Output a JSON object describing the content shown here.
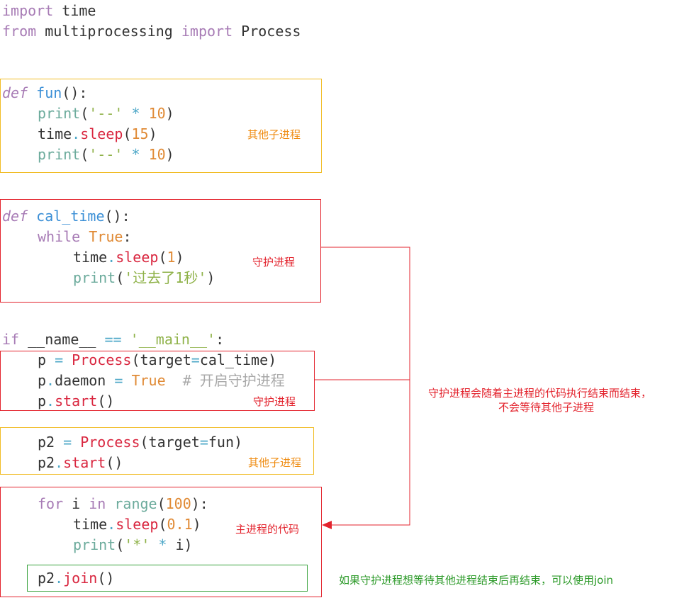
{
  "code": {
    "import_lines": {
      "l1": {
        "kw": "import",
        "mod": " time"
      },
      "l2": {
        "kw1": "from",
        "mod": " multiprocessing ",
        "kw2": "import",
        "cls": " Process"
      }
    },
    "fun_def": {
      "def_line": {
        "kw": "def",
        "name": "fun",
        "rest": "():"
      },
      "print1": {
        "fn": "print",
        "p1": "(",
        "str": "'--'",
        "op": " * ",
        "num": "10",
        "p2": ")"
      },
      "sleep": {
        "obj": "time",
        "dot": ".",
        "fn": "sleep",
        "p1": "(",
        "num": "15",
        "p2": ")"
      },
      "print2": {
        "fn": "print",
        "p1": "(",
        "str": "'--'",
        "op": " * ",
        "num": "10",
        "p2": ")"
      }
    },
    "cal_time_def": {
      "def_line": {
        "kw": "def",
        "name": "cal_time",
        "rest": "():"
      },
      "while_line": {
        "kw": "while",
        "val": "True",
        "colon": ":"
      },
      "sleep": {
        "obj": "time",
        "dot": ".",
        "fn": "sleep",
        "p1": "(",
        "num": "1",
        "p2": ")"
      },
      "print": {
        "fn": "print",
        "p1": "(",
        "str": "'过去了1秒'",
        "p2": ")"
      }
    },
    "main_block": {
      "if_line": {
        "kw": "if",
        "name": " __name__ ",
        "op": "==",
        "str": "'__main__'",
        "colon": ":"
      },
      "p_assign": {
        "var": "p",
        "op": " = ",
        "cls": "Process",
        "args": "(target",
        "eq": "=",
        "arg": "cal_time)"
      },
      "p_daemon": {
        "var": "p",
        "dot": ".",
        "attr": "daemon",
        "op": " = ",
        "val": "True",
        "comment": "  # 开启守护进程"
      },
      "p_start": {
        "var": "p",
        "dot": ".",
        "fn": "start",
        "rest": "()"
      },
      "p2_assign": {
        "var": "p2",
        "op": " = ",
        "cls": "Process",
        "args": "(target",
        "eq": "=",
        "arg": "fun)"
      },
      "p2_start": {
        "var": "p2",
        "dot": ".",
        "fn": "start",
        "rest": "()"
      },
      "for_line": {
        "kw1": "for",
        "var": " i ",
        "kw2": "in",
        "fn": " range",
        "p1": "(",
        "num": "100",
        "p2": "):"
      },
      "for_sleep": {
        "obj": "time",
        "dot": ".",
        "fn": "sleep",
        "p1": "(",
        "num": "0.1",
        "p2": ")"
      },
      "for_print": {
        "fn": "print",
        "p1": "(",
        "str": "'*'",
        "op": " * ",
        "rest": "i)"
      },
      "join": {
        "var": "p2",
        "dot": ".",
        "fn": "join",
        "rest": "()"
      }
    }
  },
  "notes": {
    "other_child_1": "其他子进程",
    "daemon_1": "守护进程",
    "daemon_2": "守护进程",
    "other_child_2": "其他子进程",
    "main_code": "主进程的代码",
    "daemon_explain_1": "守护进程会随着主进程的代码执行结束而结束，",
    "daemon_explain_2": "不会等待其他子进程",
    "join_explain": "如果守护进程想等待其他进程结束后再结束，可以使用join"
  },
  "colors": {
    "yellow_box": "#f1bc24",
    "red_box": "#e3232d",
    "green_box": "#37a23b",
    "yellow_note": "#ef8c12",
    "green_note": "#2c9a29"
  }
}
